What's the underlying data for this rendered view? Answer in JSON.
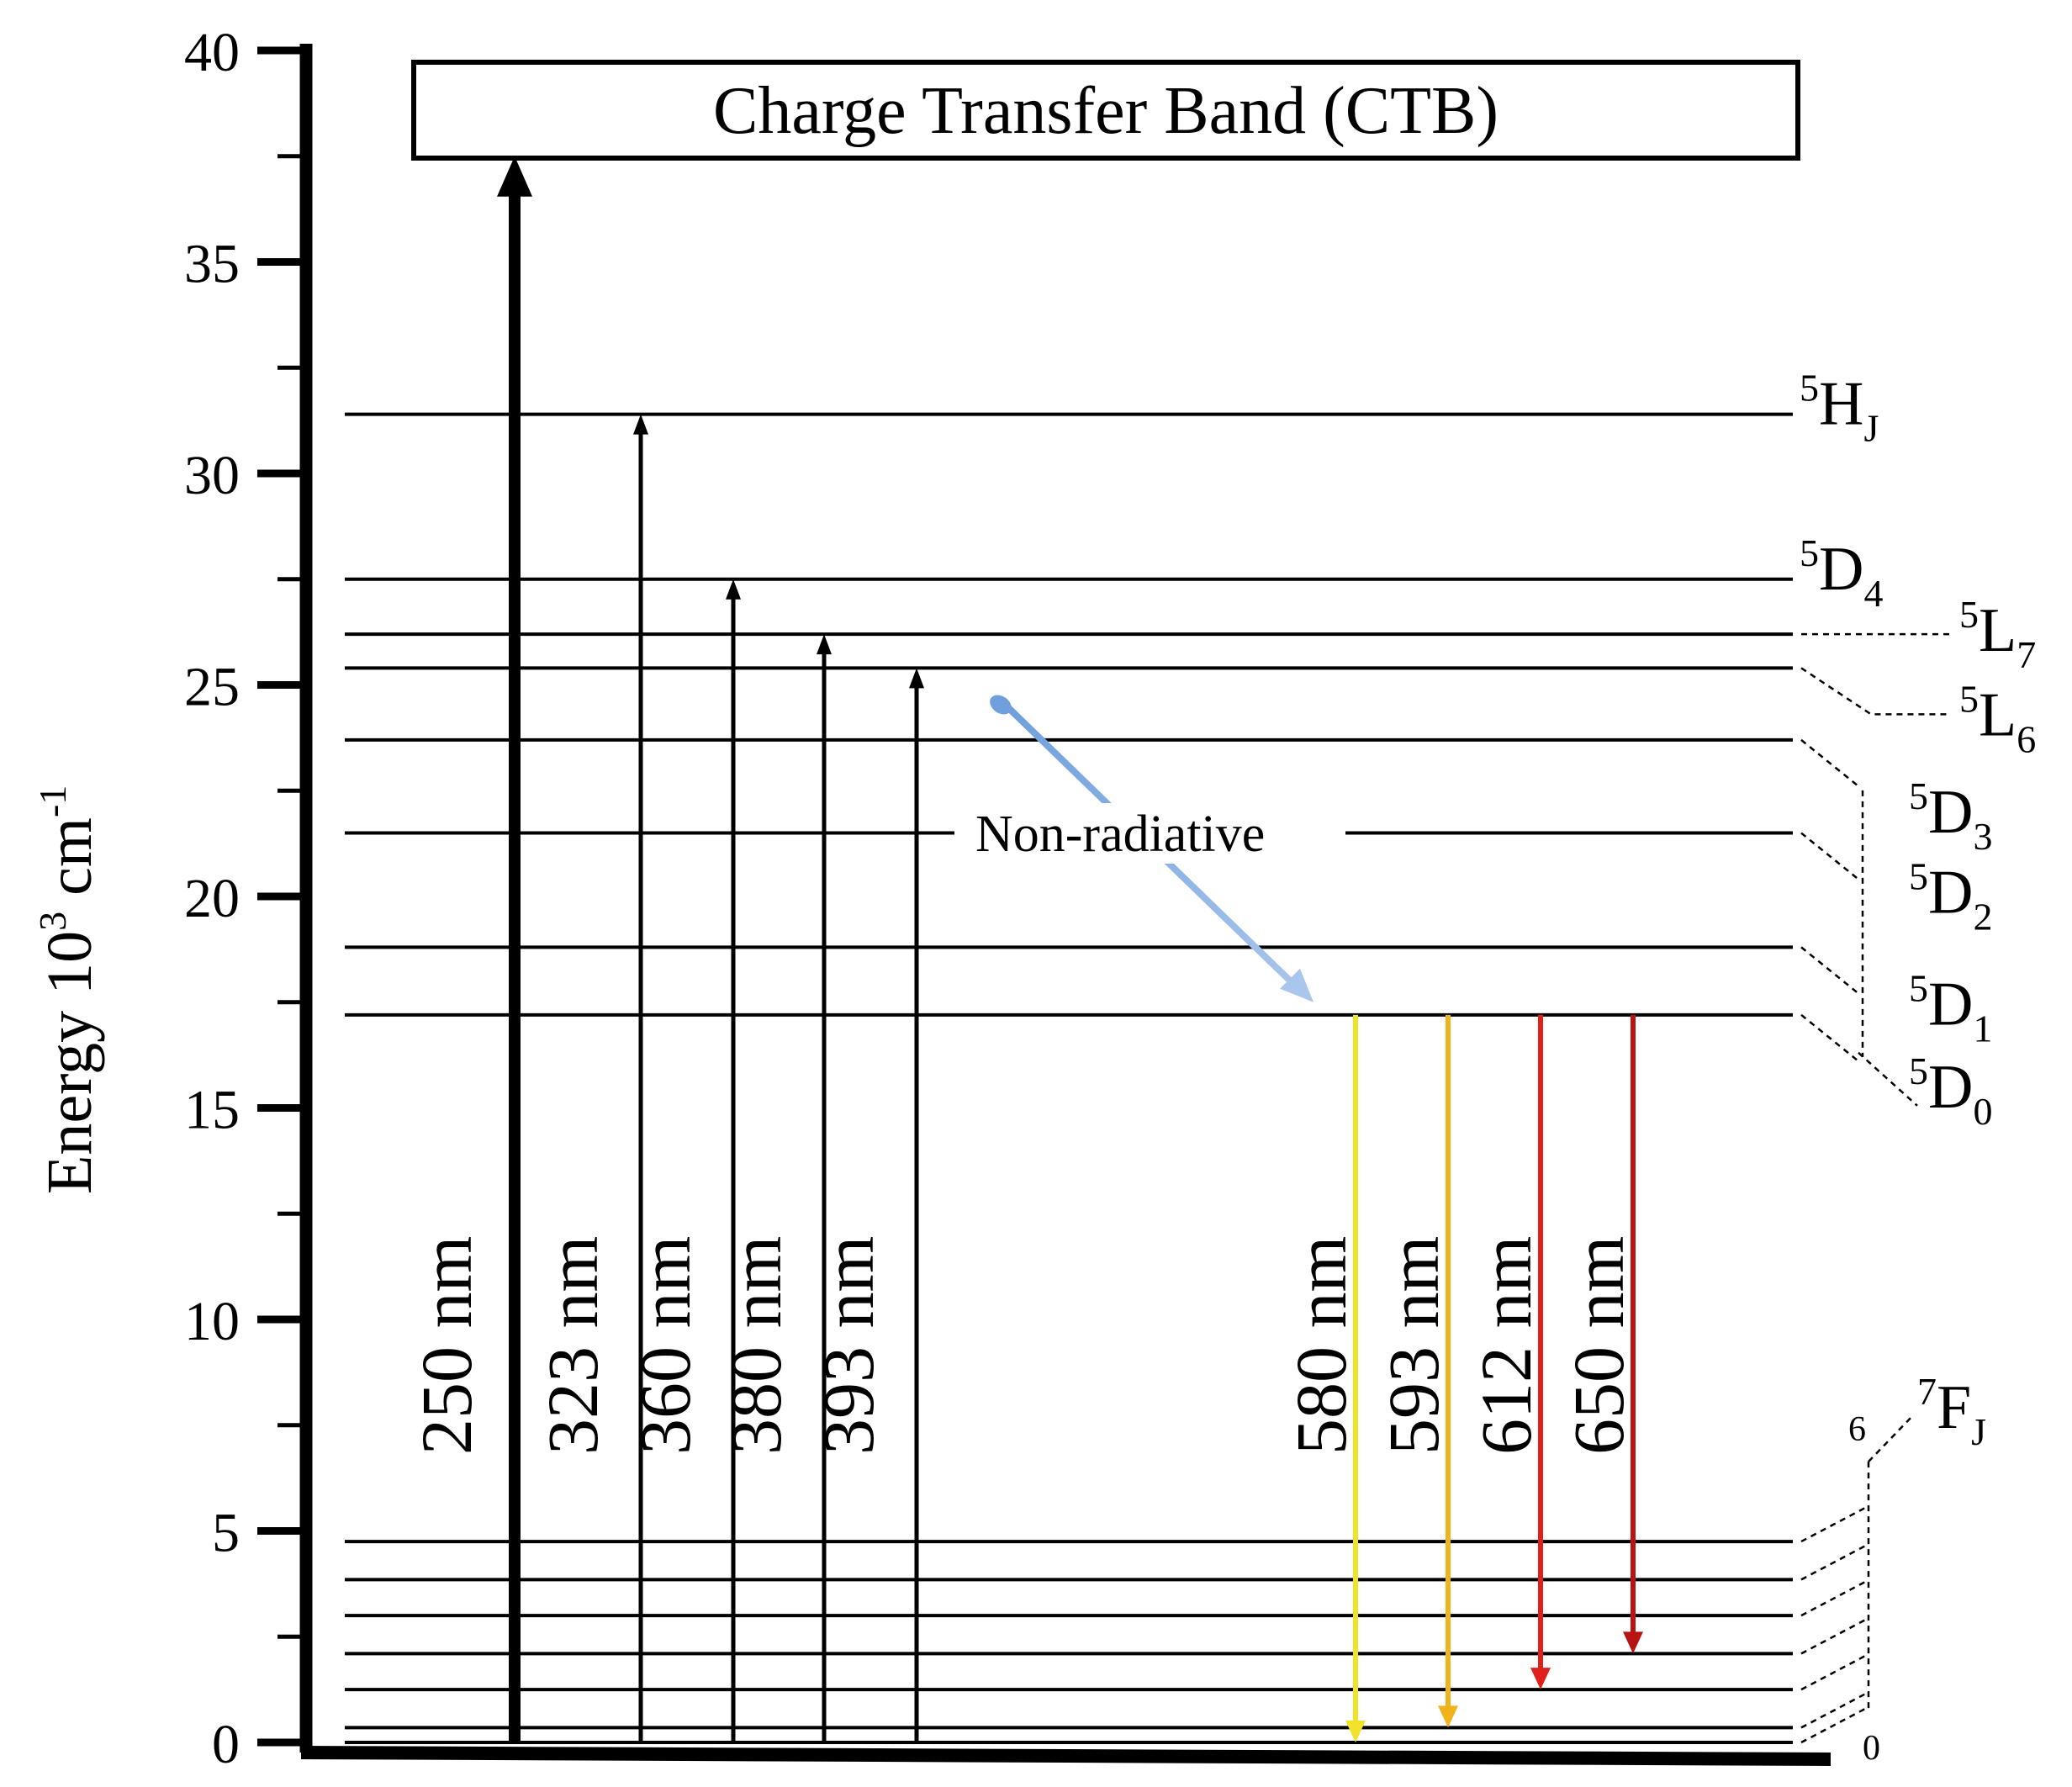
{
  "axis": {
    "ylabel_main": "Energy 10",
    "ylabel_sup": "3",
    "ylabel_unit": " cm",
    "ylabel_unit_sup": "-1",
    "ylim": [
      0,
      40
    ],
    "major_ticks": [
      0,
      5,
      10,
      15,
      20,
      25,
      30,
      35,
      40
    ],
    "minor_step": 2.5
  },
  "ctb": {
    "label": "Charge Transfer Band (CTB)"
  },
  "levels": [
    {
      "id": "5HJ",
      "energy": 31.4,
      "sup": "5",
      "main": "H",
      "sub": "J"
    },
    {
      "id": "5D4",
      "energy": 27.5,
      "sup": "5",
      "main": "D",
      "sub": "4"
    },
    {
      "id": "5L7",
      "energy": 26.2,
      "sup": "5",
      "main": "L",
      "sub": "7"
    },
    {
      "id": "5L6",
      "energy": 25.4,
      "sup": "5",
      "main": "L",
      "sub": "6"
    },
    {
      "id": "5D3",
      "energy": 23.7,
      "sup": "5",
      "main": "D",
      "sub": "3"
    },
    {
      "id": "5D2",
      "energy": 21.5,
      "sup": "5",
      "main": "D",
      "sub": "2"
    },
    {
      "id": "5D1",
      "energy": 18.8,
      "sup": "5",
      "main": "D",
      "sub": "1"
    },
    {
      "id": "5D0",
      "energy": 17.2,
      "sup": "5",
      "main": "D",
      "sub": "0"
    }
  ],
  "ground": {
    "energies": [
      0.0,
      0.35,
      1.25,
      2.1,
      3.0,
      3.85,
      4.75
    ],
    "sup": "7",
    "main": "F",
    "sub": "J",
    "j_top": "6",
    "j_bottom": "0"
  },
  "excitations": [
    {
      "label": "250 nm",
      "to": 37.5
    },
    {
      "label": "323 nm",
      "to": 31.4
    },
    {
      "label": "360 nm",
      "to": 27.5
    },
    {
      "label": "380 nm",
      "to": 26.2
    },
    {
      "label": "393 nm",
      "to": 25.4
    }
  ],
  "emissions": [
    {
      "label": "580 nm",
      "from": 17.2,
      "to": 0.0,
      "color": "#f2e32a"
    },
    {
      "label": "593 nm",
      "from": 17.2,
      "to": 0.35,
      "color": "#f0b31c"
    },
    {
      "label": "612 nm",
      "from": 17.2,
      "to": 1.25,
      "color": "#e0201b"
    },
    {
      "label": "650 nm",
      "from": 17.2,
      "to": 2.1,
      "color": "#b81414"
    }
  ],
  "nonradiative": {
    "label": "Non-radiative",
    "from": 24.7,
    "to": 17.7,
    "color": "#8fb4e3"
  }
}
